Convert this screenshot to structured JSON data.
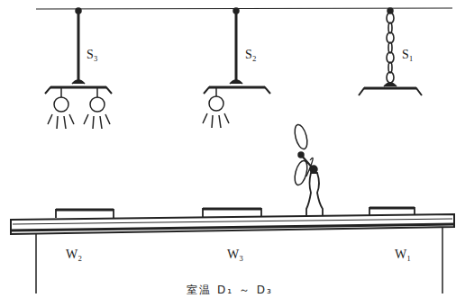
{
  "diagram": {
    "caption": "室温 D₁ ～ D₃",
    "labels": [
      "S₃",
      "S₂",
      "S₁",
      "W₂",
      "W₃",
      "W₁"
    ]
  }
}
